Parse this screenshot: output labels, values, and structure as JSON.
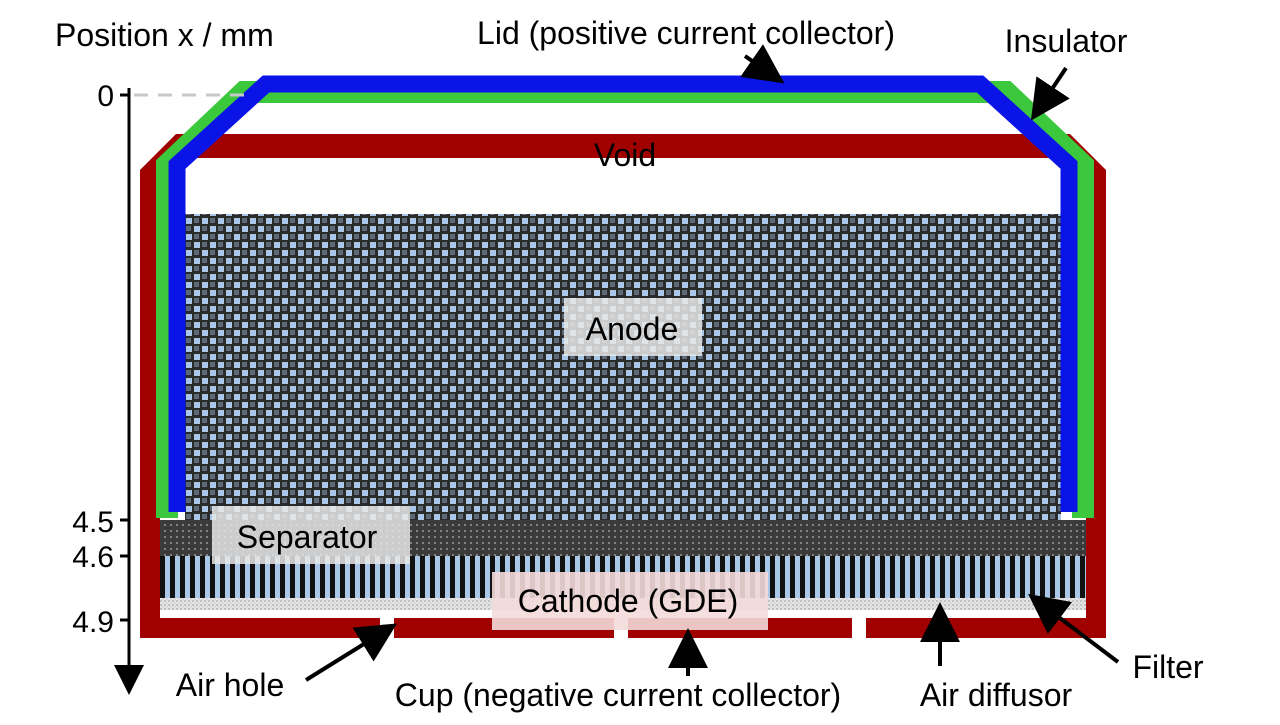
{
  "axis": {
    "title": "Position x  / mm",
    "ticks": [
      "0",
      "4.5",
      "4.6",
      "4.9"
    ]
  },
  "labels": {
    "lid": "Lid (positive current collector)",
    "insulator": "Insulator",
    "void": "Void",
    "anode": "Anode",
    "separator": "Separator",
    "cathode": "Cathode (GDE)",
    "air_hole": "Air hole",
    "cup": "Cup (negative current collector)",
    "air_diffusor": "Air diffusor",
    "filter": "Filter"
  },
  "colors": {
    "cup": "#a00000",
    "lid": "#0a14e6",
    "insulator": "#3cc83c",
    "anode_dark": "#2a2a2a",
    "anode_light": "#a9c8e8",
    "separator": "#3a3a3a",
    "cathode_bar": "#111111",
    "cathode_gap": "#a9c8e8",
    "filter": "#d8d8d8"
  }
}
